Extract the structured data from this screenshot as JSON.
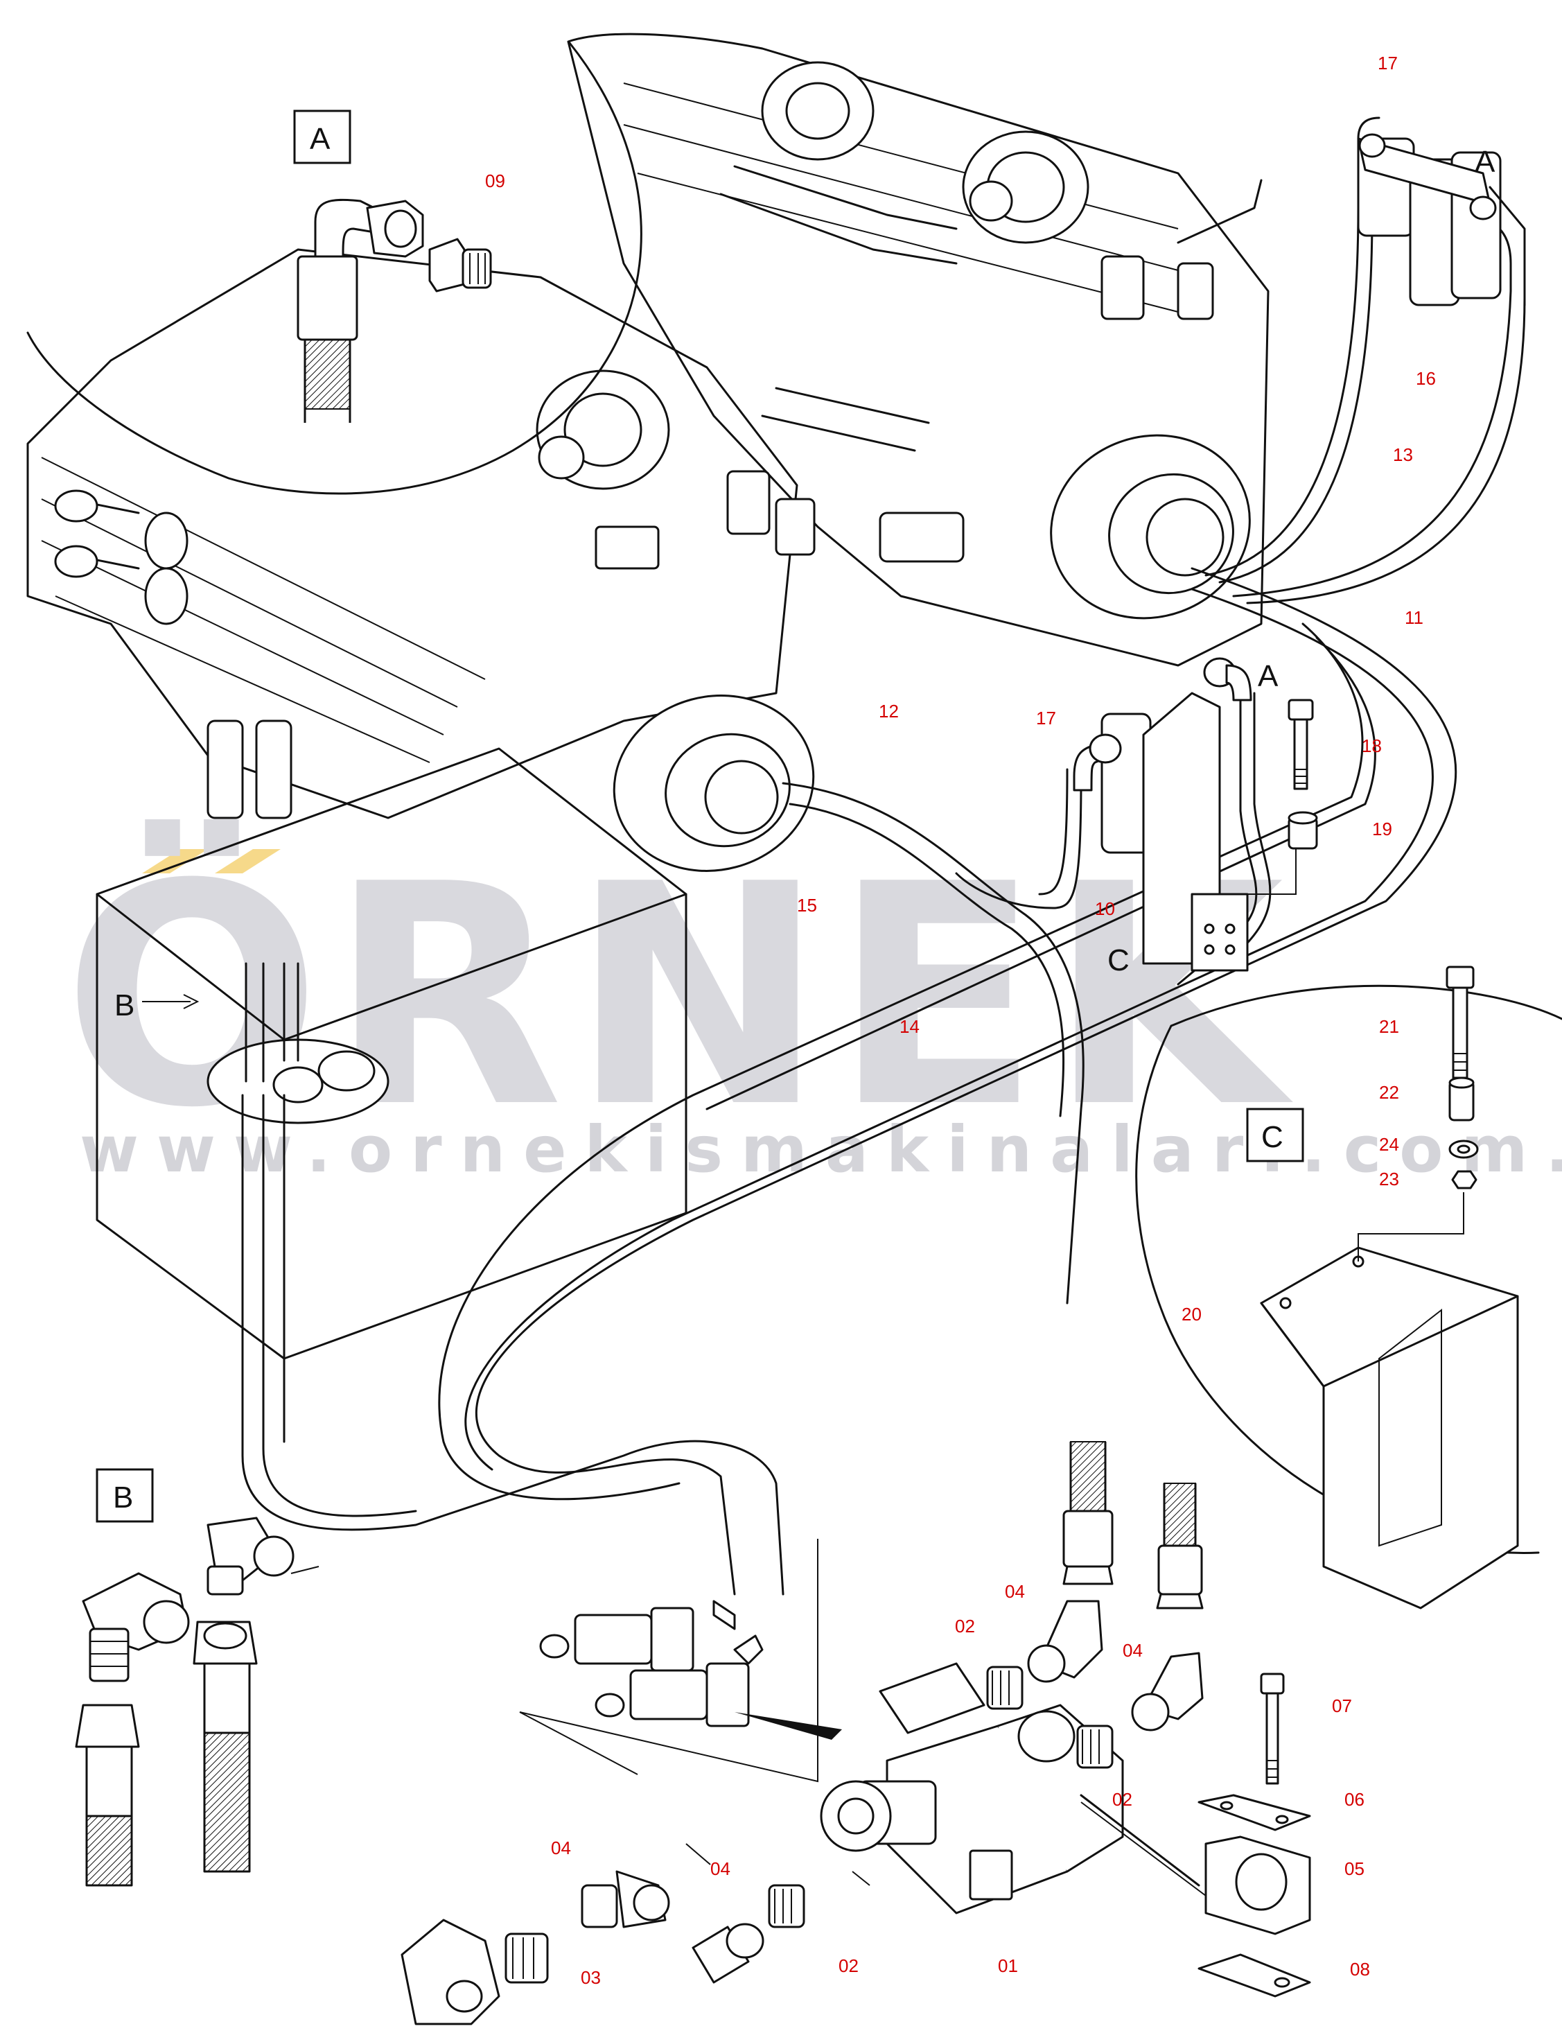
{
  "watermark": {
    "brand": "ÖRNEK",
    "url": "www.ornekismakinalari.com.tr",
    "accent_color": "#f6d98a",
    "text_color": "#d9d9de"
  },
  "views": {
    "A": "A",
    "B": "B",
    "C": "C"
  },
  "callouts": {
    "c01": "01",
    "c02a": "02",
    "c02b": "02",
    "c02c": "02",
    "c03": "03",
    "c04a": "04",
    "c04b": "04",
    "c04c": "04",
    "c04d": "04",
    "c05": "05",
    "c06": "06",
    "c07": "07",
    "c08": "08",
    "c09": "09",
    "c10": "10",
    "c11": "11",
    "c12": "12",
    "c13": "13",
    "c14": "14",
    "c15": "15",
    "c16": "16",
    "c17a": "17",
    "c17b": "17",
    "c18": "18",
    "c19": "19",
    "c20": "20",
    "c21": "21",
    "c22": "22",
    "c23": "23",
    "c24": "24"
  },
  "colors": {
    "callout": "#d40000",
    "line": "#111111"
  }
}
